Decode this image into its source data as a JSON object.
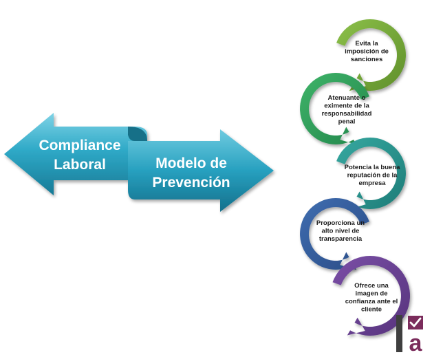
{
  "left_arrow": {
    "lines": [
      "Compliance",
      "Laboral"
    ]
  },
  "right_arrow": {
    "lines": [
      "Modelo de",
      "Prevención"
    ]
  },
  "steps": [
    {
      "lines": [
        "Evita la",
        "imposición de",
        "sanciones"
      ],
      "color": "#8cc04a",
      "color_dark": "#5f8f2a"
    },
    {
      "lines": [
        "Atenuante o",
        "eximente de la",
        "responsabilidad",
        "penal"
      ],
      "color": "#3fb46a",
      "color_dark": "#22864a"
    },
    {
      "lines": [
        "Potencia la buena",
        "reputación de la",
        "empresa"
      ],
      "color": "#35a8a0",
      "color_dark": "#1f7c78"
    },
    {
      "lines": [
        "Proporciona un",
        "alto nivel de",
        "transparencia"
      ],
      "color": "#3f6db0",
      "color_dark": "#2a4c86"
    },
    {
      "lines": [
        "Ofrece una",
        "imagen de",
        "confianza  ante el",
        "cliente"
      ],
      "color": "#7a4fa6",
      "color_dark": "#57337d"
    }
  ],
  "logo": {
    "letter": "a",
    "color": "#7b2c5c",
    "bar_color": "#404040"
  },
  "colors": {
    "arrow_light": "#5cc6dc",
    "arrow_mid": "#2ea6c4",
    "arrow_dark": "#1a7d98"
  }
}
